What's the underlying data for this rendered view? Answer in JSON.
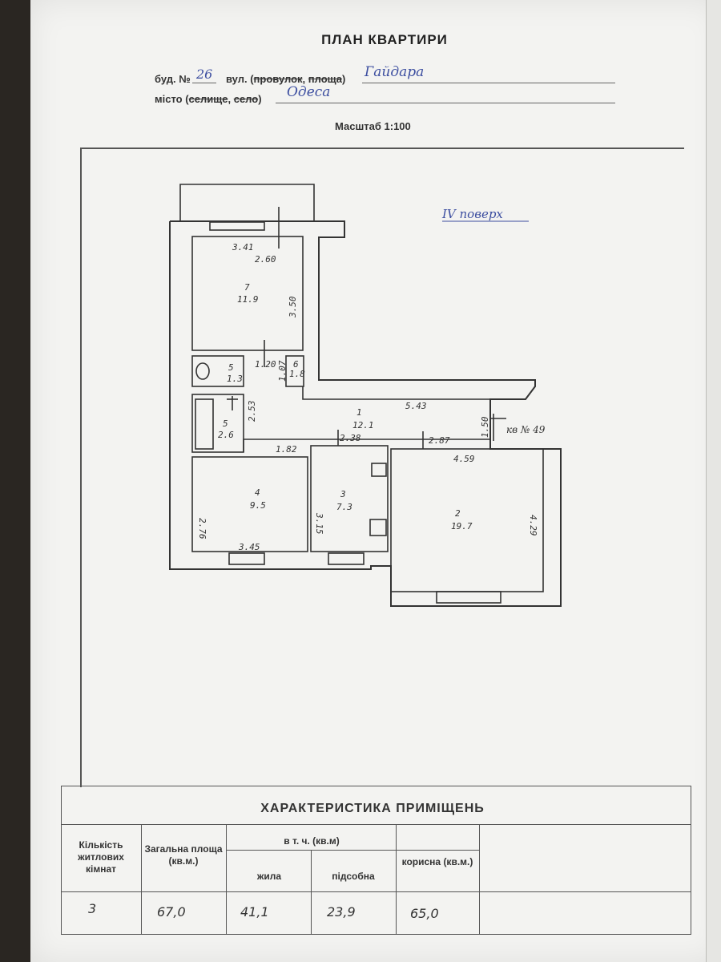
{
  "header": {
    "title": "ПЛАН КВАРТИРИ",
    "building_prefix": "буд. №",
    "building_number": "26",
    "street_label_a": "вул. (",
    "street_label_b": "провулок",
    "street_label_c": ",",
    "street_label_d": "площа",
    "street_label_e": ")",
    "street_name": "Гайдара",
    "city_label_a": "місто (",
    "city_label_b": "селище",
    "city_label_c": ",",
    "city_label_d": "село",
    "city_label_e": ")",
    "city_name": "Одеса",
    "scale": "Масштаб 1:100"
  },
  "plan": {
    "floor_note": "IV поверх",
    "apartment_note": "кв № 49",
    "rooms": [
      {
        "num": "7",
        "area": "11.9"
      },
      {
        "num": "5",
        "area": "1.3"
      },
      {
        "num": "6",
        "area": "1.8"
      },
      {
        "num": "5",
        "area": "2.6"
      },
      {
        "num": "1",
        "area": "12.1"
      },
      {
        "num": "4",
        "area": "9.5"
      },
      {
        "num": "3",
        "area": "7.3"
      },
      {
        "num": "2",
        "area": "19.7"
      }
    ],
    "dimensions": [
      "3.41",
      "2.60",
      "3.50",
      "1.20",
      "1.07",
      "2.53",
      "5.43",
      "1.50",
      "1.82",
      "2.38",
      "2.87",
      "4.59",
      "2.76",
      "3.45",
      "3.15",
      "4.29"
    ]
  },
  "table": {
    "title": "ХАРАКТЕРИСТИКА ПРИМІЩЕНЬ",
    "col_rooms": "Кількість житлових кімнат",
    "col_total": "Загальна площа (кв.м.)",
    "col_group": "в т. ч. (кв.м)",
    "col_living": "жила",
    "col_aux": "підсобна",
    "col_useful": "корисна (кв.м.)",
    "row": {
      "rooms": "3",
      "total": "67,0",
      "living": "41,1",
      "aux": "23,9",
      "useful": "65,0"
    }
  }
}
